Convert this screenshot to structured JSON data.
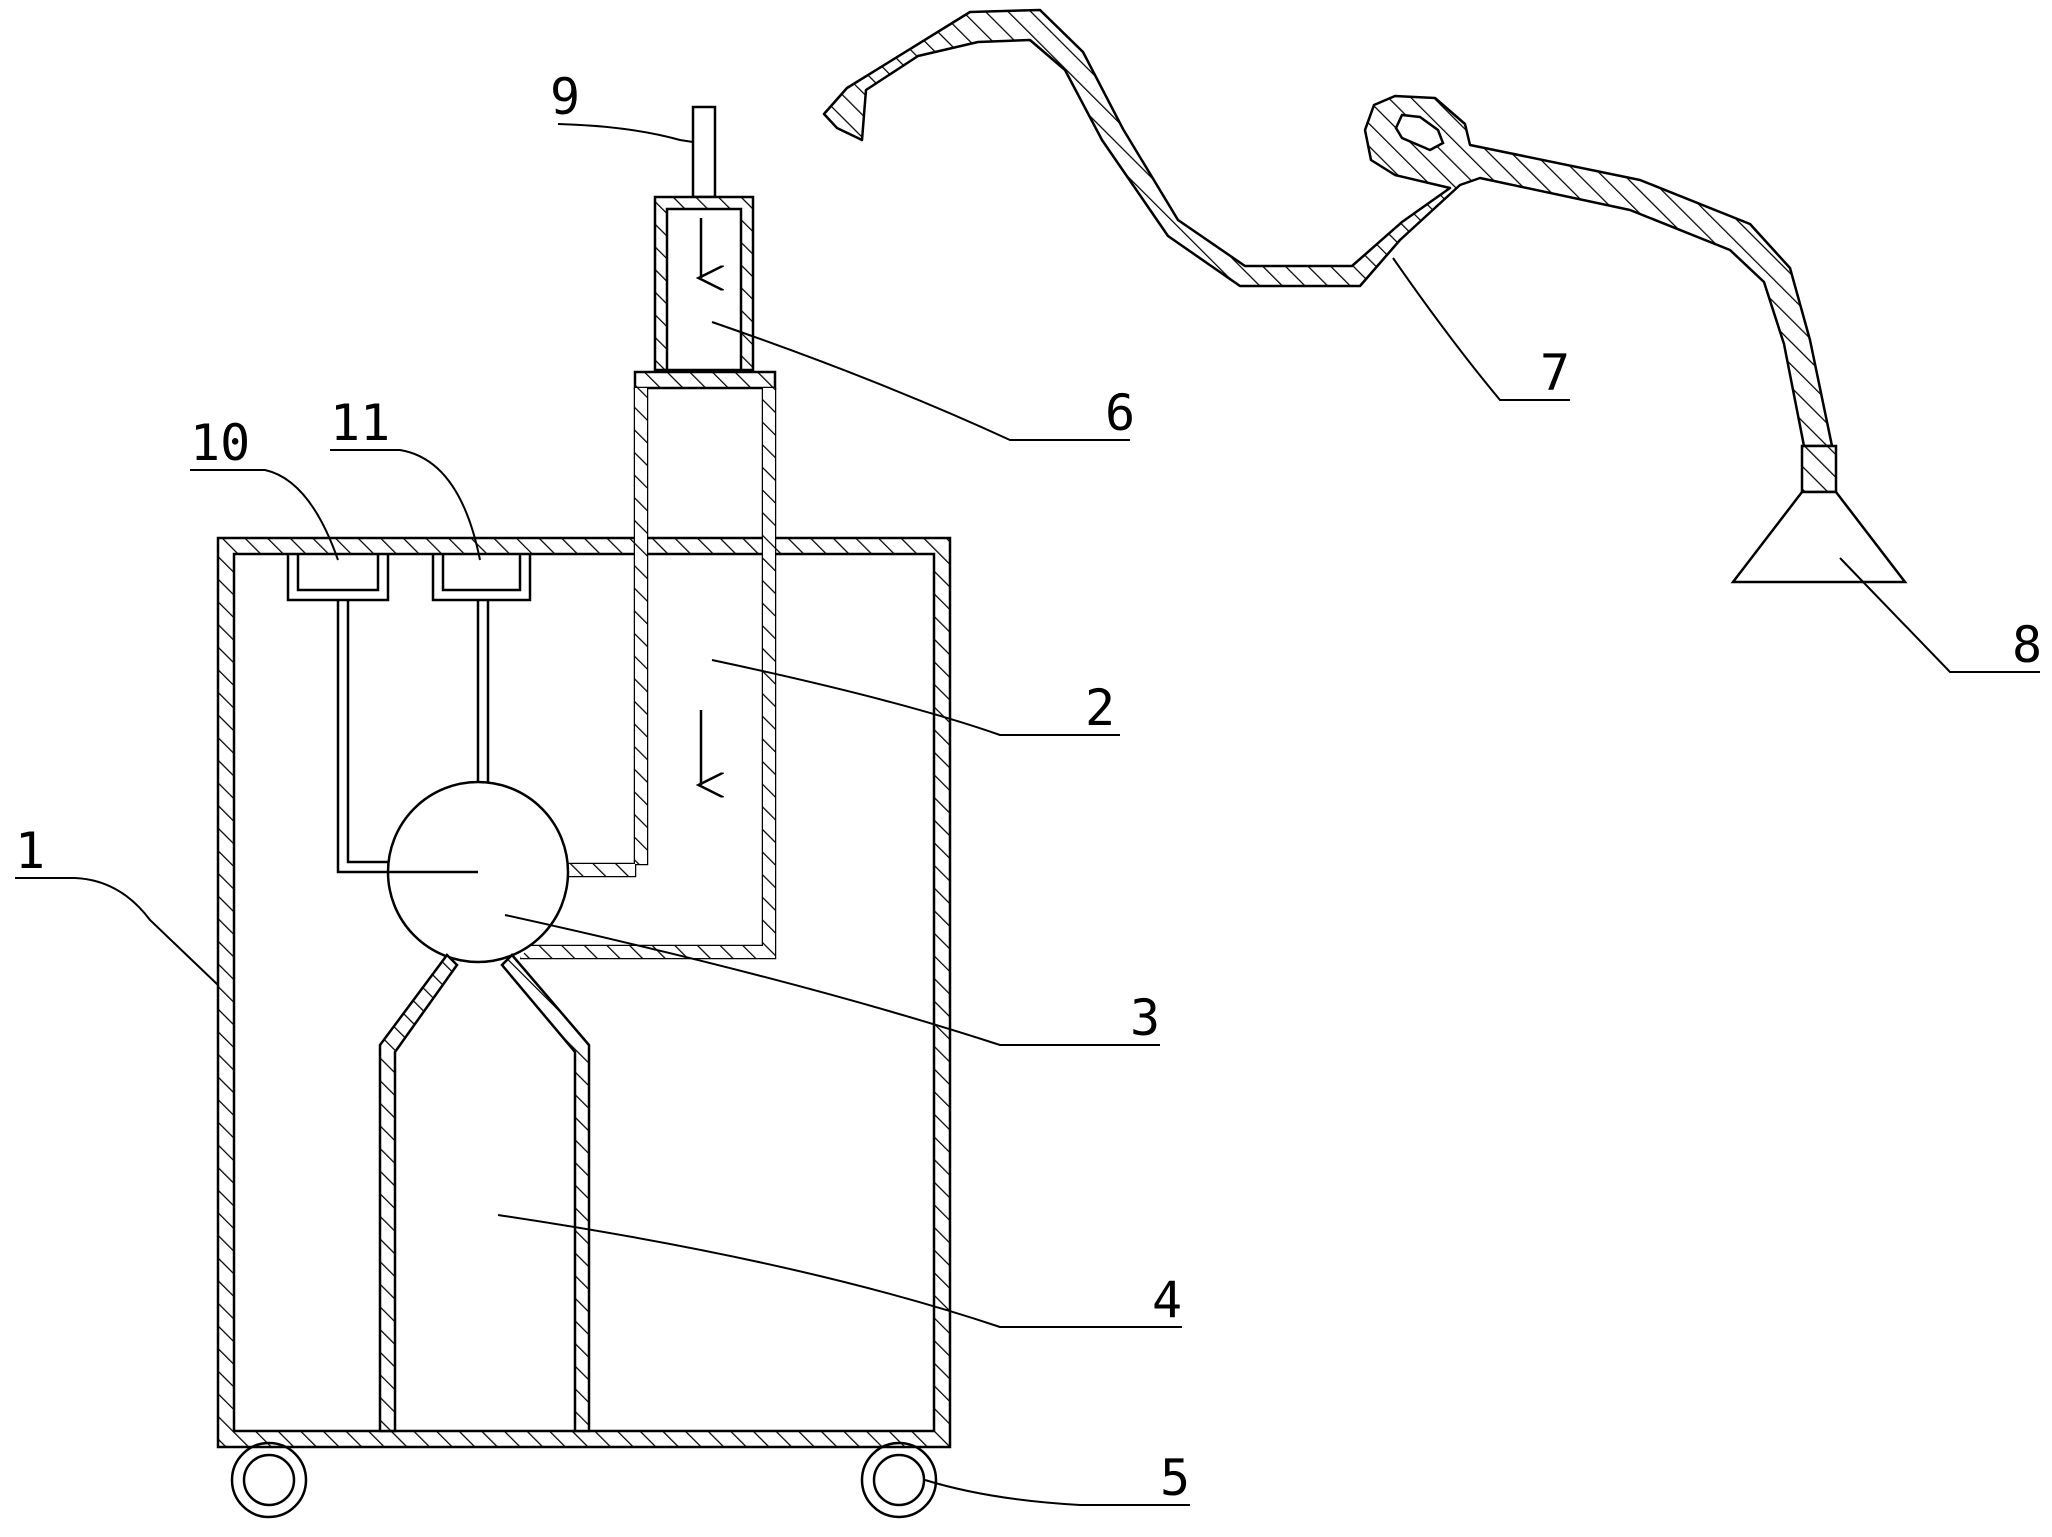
{
  "figure": {
    "labels": {
      "housing": "1",
      "inner_duct": "2",
      "fan": "3",
      "filter": "4",
      "wheels": "5",
      "inlet_pipe": "6",
      "flexible_hose": "7",
      "suction_hood": "8",
      "top_rod": "9",
      "sensor_a": "10",
      "sensor_b": "11"
    },
    "flow_arrows": [
      "↓",
      "↓"
    ],
    "colors": {
      "line": "#000000",
      "background": "#ffffff"
    }
  }
}
